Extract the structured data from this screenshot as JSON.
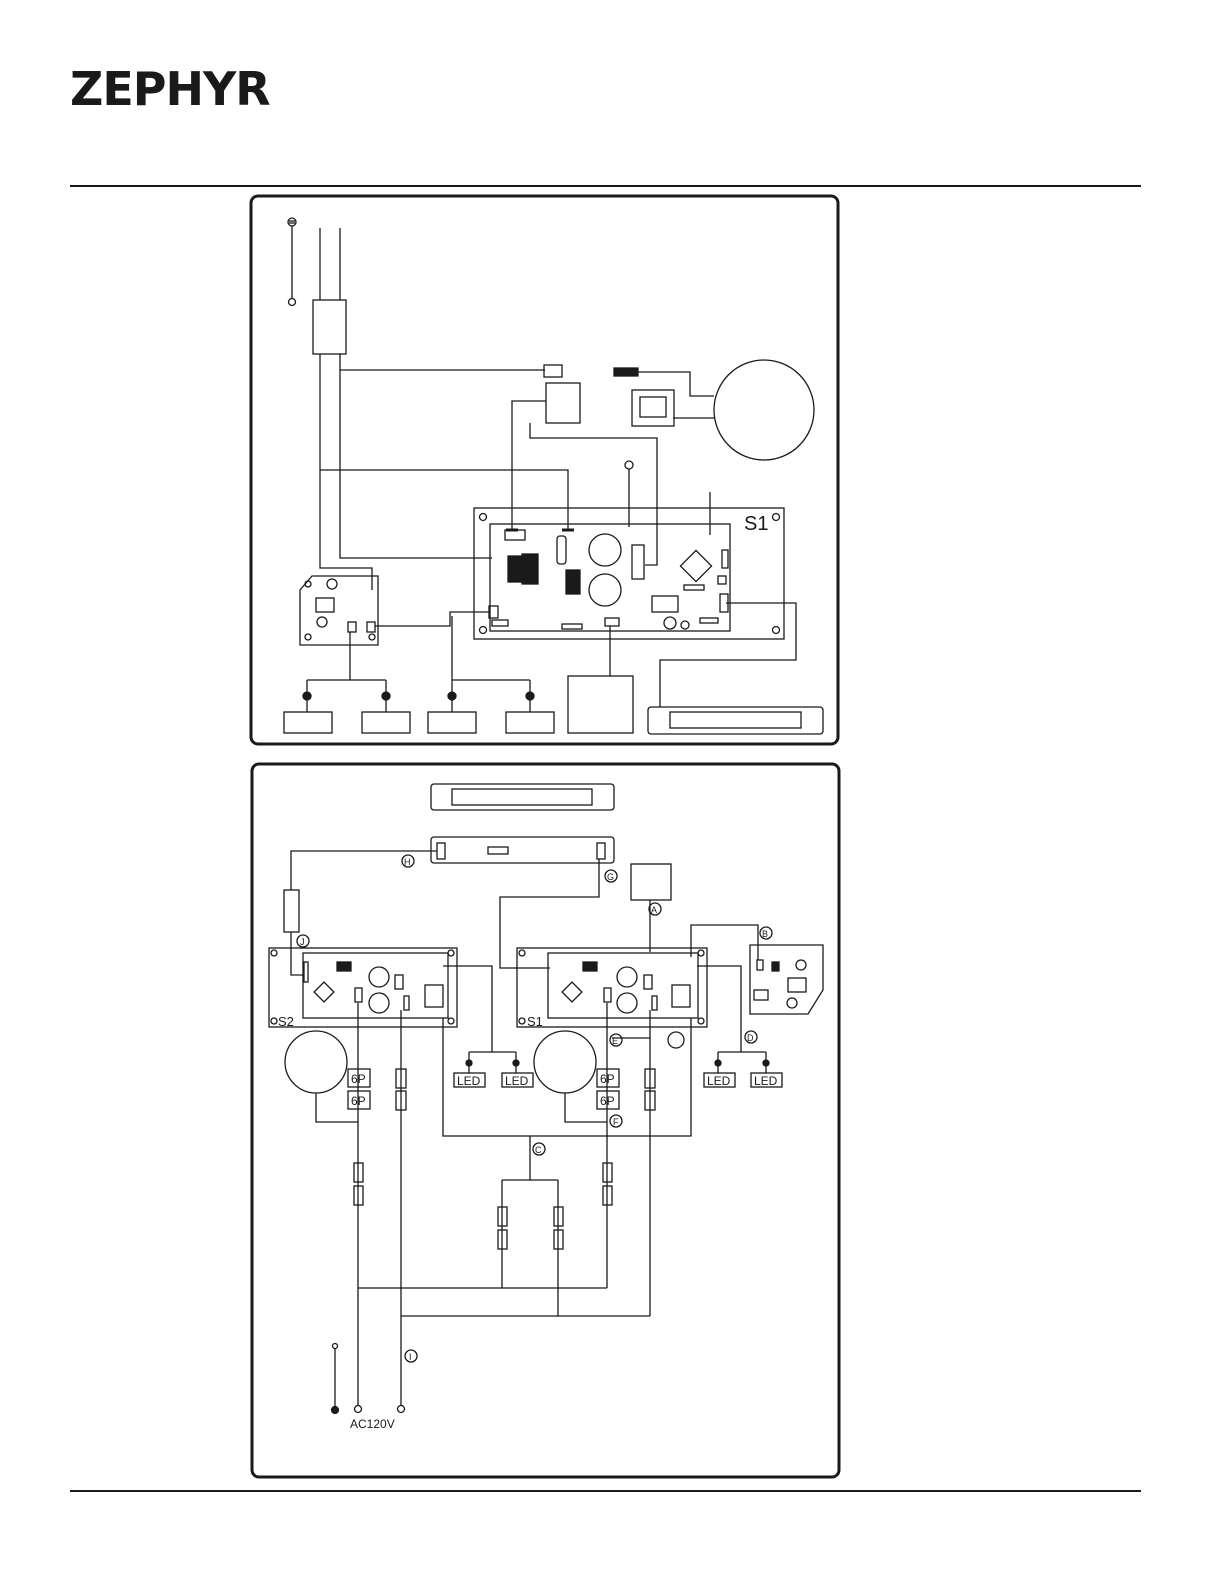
{
  "header": {
    "brand": "ZEPHYR"
  },
  "diagram_top": {
    "board_label": "S1"
  },
  "diagram_bottom": {
    "board_left_label": "S2",
    "board_right_label": "S1",
    "plug_label_1": "6P",
    "plug_label_2": "6P",
    "plug_label_3": "6P",
    "plug_label_4": "6P",
    "led_1": "LED",
    "led_2": "LED",
    "led_3": "LED",
    "led_4": "LED",
    "supply_label": "AC120V",
    "markers": [
      "A",
      "B",
      "C",
      "D",
      "E",
      "F",
      "G",
      "H",
      "I",
      "J"
    ]
  },
  "colors": {
    "ink": "#1a1a1a",
    "paper": "#ffffff"
  }
}
